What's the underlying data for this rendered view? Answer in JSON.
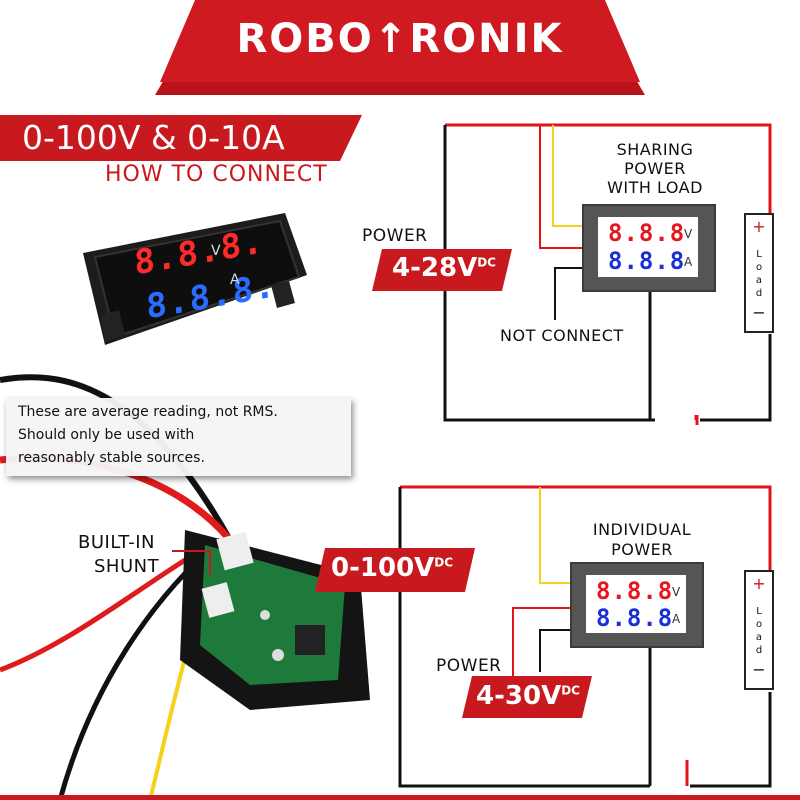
{
  "brand": {
    "name": "ROBO↑RONIK"
  },
  "header": {
    "range": "0-100V & 0-10A",
    "subtitle": "HOW TO CONNECT"
  },
  "note": {
    "lines": [
      "These are average reading, not RMS.",
      "Should only be used with",
      "reasonably stable sources."
    ]
  },
  "device": {
    "volt_display": "8.8.8.",
    "amp_display": "8.8.8.",
    "volt_unit": "V",
    "amp_unit": "A",
    "shunt_label": [
      "BUILT-IN",
      "SHUNT"
    ]
  },
  "diagram_top": {
    "title": [
      "SHARING",
      "POWER",
      "WITH LOAD"
    ],
    "power_label": "POWER",
    "power_range": "4-28V",
    "power_suffix": "DC",
    "not_connect": "NOT CONNECT",
    "volt_display": "8.8.8",
    "amp_display": "8.8.8",
    "volt_unit": "V",
    "amp_unit": "A"
  },
  "diagram_bottom": {
    "title": [
      "INDIVIDUAL",
      "POWER"
    ],
    "measure_range": "0-100V",
    "measure_suffix": "DC",
    "power_label": "POWER",
    "power_range": "4-30V",
    "power_suffix": "DC",
    "volt_display": "8.8.8",
    "amp_display": "8.8.8",
    "volt_unit": "V",
    "amp_unit": "A"
  },
  "load": {
    "plus": "+",
    "minus": "−",
    "letters": [
      "L",
      "o",
      "a",
      "d"
    ]
  },
  "colors": {
    "brand_red": "#c8191f",
    "wire_red": "#e0141a",
    "wire_yellow": "#f2d21a",
    "wire_black": "#111111",
    "volt_red": "#e8141e",
    "amp_blue": "#1a2fd6"
  }
}
